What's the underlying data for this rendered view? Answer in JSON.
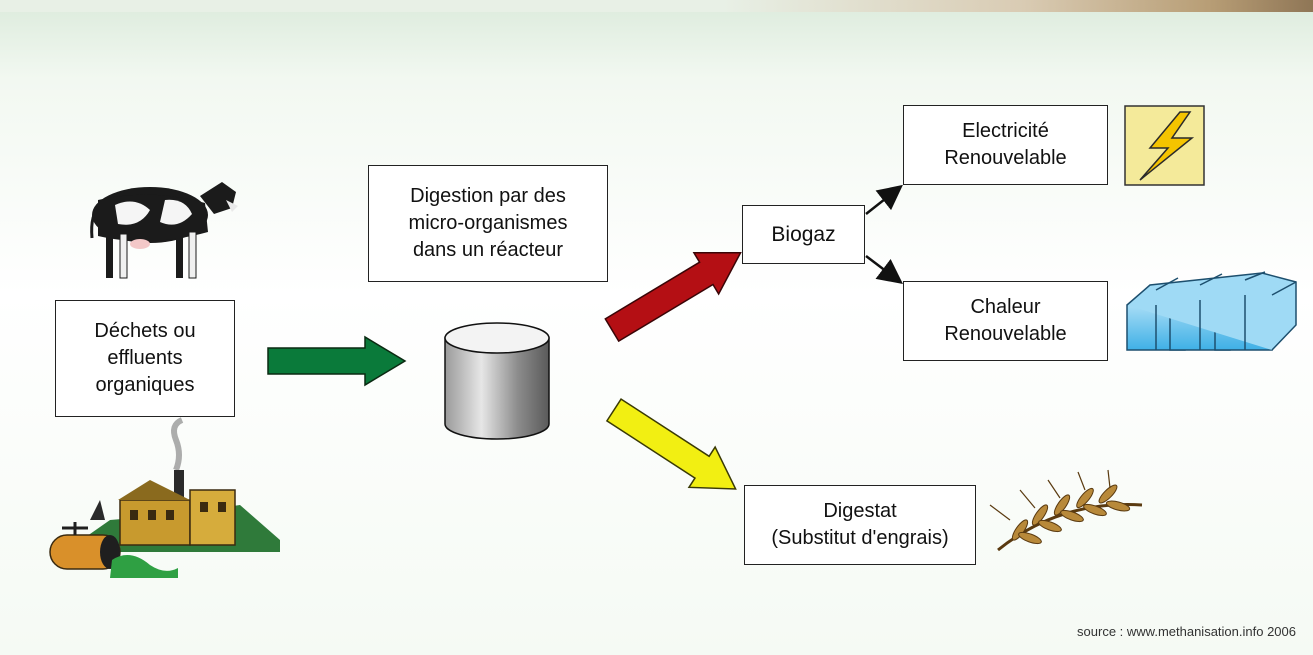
{
  "boxes": {
    "dechets": "Déchets ou\neffluents\norganiques",
    "digestion": "Digestion par des\nmicro-organismes\ndans un réacteur",
    "biogaz": "Biogaz",
    "electricite": "Electricité\nRenouvelable",
    "chaleur": "Chaleur\nRenouvelable",
    "digestat": "Digestat\n(Substitut d'engrais)"
  },
  "source": "source : www.methanisation.info 2006",
  "colors": {
    "arrow_green": "#0a7a3a",
    "arrow_red": "#b40f14",
    "arrow_yellow": "#f2ef12",
    "lightning_bg": "#f4ea9a",
    "greenhouse": "#6fc7ef"
  },
  "icons": [
    "cow-icon",
    "factory-icon",
    "reactor-tank-icon",
    "lightning-icon",
    "greenhouse-icon",
    "wheat-icon"
  ]
}
